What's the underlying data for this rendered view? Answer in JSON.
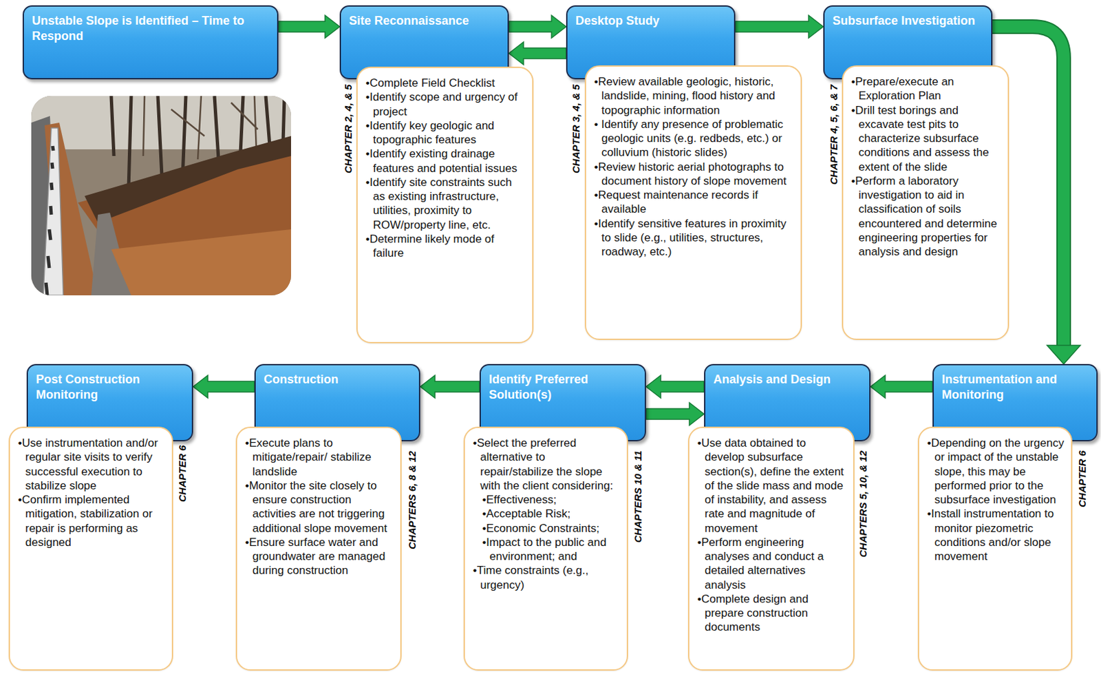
{
  "diagram": {
    "nodes": [
      {
        "text": [
          "Unstable Slope is Identified – Time to Respond"
        ]
      },
      {
        "text": [
          "Site Reconnaissance"
        ]
      },
      {
        "text": [
          "•Complete Field Checklist",
          "•Identify scope and urgency of project",
          "•Identify key geologic and topographic features",
          "•Identify existing drainage features and potential issues",
          "•Identify site constraints such as existing infrastructure, utilities, proximity to ROW/property line, etc.",
          "•Determine likely mode of failure"
        ]
      },
      {
        "text": [
          "Desktop Study"
        ]
      },
      {
        "text": [
          "•Review available geologic, historic, landslide, mining, flood history and topographic information",
          "• Identify any presence of problematic geologic units (e.g. redbeds, etc.) or colluvium (historic slides)",
          "•Review historic aerial photographs to document history of slope movement",
          "•Request maintenance records if available",
          "•Identify sensitive features in proximity to slide (e.g., utilities, structures, roadway, etc.)"
        ]
      },
      {
        "text": [
          "Subsurface Investigation"
        ]
      },
      {
        "text": [
          "•Prepare/execute an Exploration Plan",
          "•Drill test borings and excavate test pits to characterize subsurface conditions and assess the extent of the slide",
          "•Perform a laboratory investigation to aid in classification of soils encountered and determine engineering properties for analysis and design"
        ]
      },
      {
        "text": [
          "Post Construction Monitoring"
        ]
      },
      {
        "text": [
          "•Use instrumentation and/or regular site visits to verify successful execution to stabilize slope",
          "•Confirm implemented mitigation, stabilization or repair is performing as designed"
        ]
      },
      {
        "text": [
          "Construction"
        ]
      },
      {
        "text": [
          "•Execute plans to mitigate/repair/ stabilize landslide",
          "•Monitor the site closely to ensure construction activities are not triggering additional slope movement",
          "•Ensure surface water and groundwater are managed during construction"
        ]
      },
      {
        "text": [
          "Identify Preferred Solution(s)"
        ]
      },
      {
        "text": [
          "•Select the preferred alternative to repair/stabilize the slope with the client considering:",
          "•Effectiveness;",
          "•Acceptable Risk;",
          "•Economic Constraints;",
          "•Impact to the public and environment; and",
          "•Time constraints (e.g., urgency)"
        ]
      },
      {
        "text": [
          "Analysis and Design"
        ]
      },
      {
        "text": [
          "•Use data obtained to develop subsurface section(s), define the extent of the slide mass and mode of instability, and assess rate and magnitude of movement",
          "•Perform engineering analyses and conduct a detailed alternatives analysis",
          "•Complete design and prepare construction documents"
        ]
      },
      {
        "text": [
          "Instrumentation and Monitoring"
        ]
      },
      {
        "text": [
          "•Depending on the urgency or impact of the unstable slope, this may be performed prior to the subsurface investigation",
          "•Install instrumentation to monitor piezometric conditions and/or slope movement"
        ]
      }
    ],
    "edges": [
      {
        "from": 0,
        "to": 1,
        "arrow": "to"
      },
      {
        "from": 1,
        "to": 3,
        "arrow": "to"
      },
      {
        "from": 3,
        "to": 1,
        "arrow": "to"
      },
      {
        "from": 3,
        "to": 5,
        "arrow": "to"
      },
      {
        "from": 5,
        "to": 15,
        "arrow": "to"
      },
      {
        "from": 15,
        "to": 13,
        "arrow": "to"
      },
      {
        "from": 13,
        "to": 11,
        "arrow": "to"
      },
      {
        "from": 11,
        "to": 13,
        "arrow": "to"
      },
      {
        "from": 11,
        "to": 9,
        "arrow": "to"
      },
      {
        "from": 9,
        "to": 7,
        "arrow": "to"
      }
    ],
    "labels": [
      "CHAPTER 2, 4, & 5",
      "CHAPTER 3, 4, & 5",
      "CHAPTER 4, 5, 6, & 7",
      "CHAPTER 6",
      "CHAPTERS 6, 8 & 12",
      "CHAPTERS 10 & 11",
      "CHAPTERS 5, 10, & 12",
      "CHAPTER 6"
    ]
  }
}
